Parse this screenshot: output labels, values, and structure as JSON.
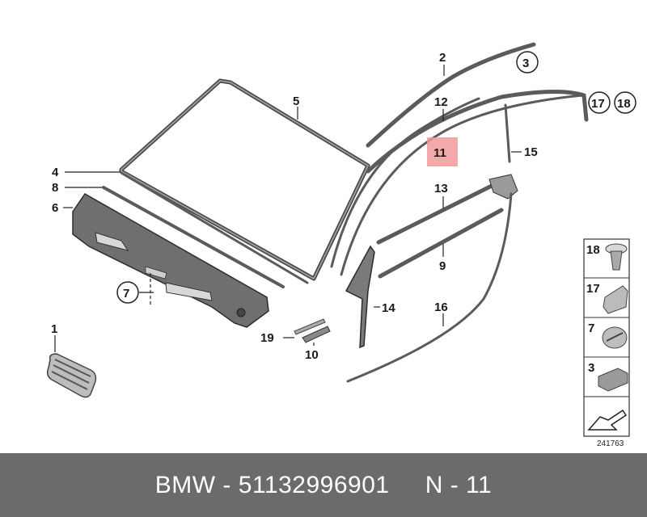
{
  "callouts": {
    "c1": "1",
    "c2": "2",
    "c3": "3",
    "c4": "4",
    "c5": "5",
    "c6": "6",
    "c7": "7",
    "c8": "8",
    "c9": "9",
    "c10": "10",
    "c11": "11",
    "c12": "12",
    "c13": "13",
    "c14": "14",
    "c15": "15",
    "c16": "16",
    "c17": "17",
    "c18": "18",
    "c19": "19"
  },
  "legend": {
    "items": [
      {
        "number": "18",
        "icon": "push-clip-icon"
      },
      {
        "number": "17",
        "icon": "bracket-clip-icon"
      },
      {
        "number": "7",
        "icon": "round-plug-icon"
      },
      {
        "number": "3",
        "icon": "clip-block-icon"
      }
    ],
    "last_icon": "arrow-icon"
  },
  "diagram_number": "241763",
  "highlight_color": "#f09a9a",
  "footer": {
    "text": "BMW - 51132996901     N - 11",
    "background": "#6b6b6b",
    "color": "#ffffff"
  }
}
